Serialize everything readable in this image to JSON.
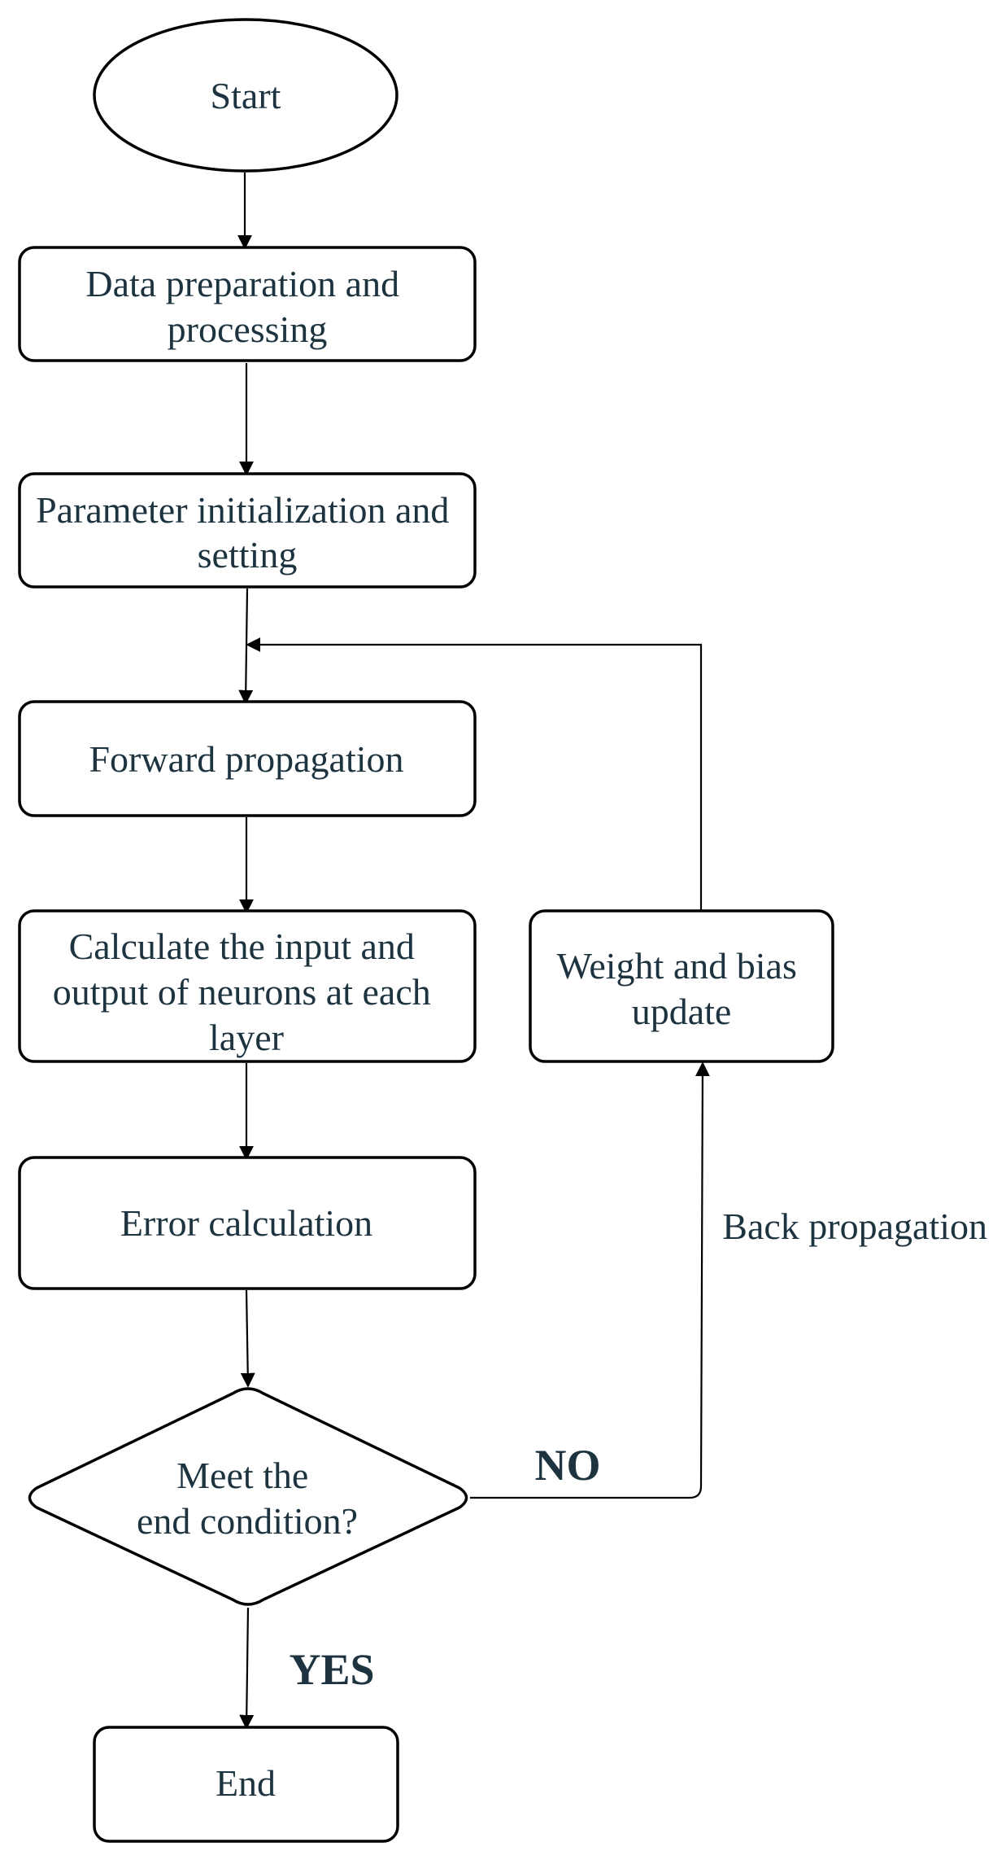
{
  "nodes": {
    "start": {
      "label": "Start"
    },
    "data_prep": {
      "lines": [
        "Data preparation and",
        "processing"
      ]
    },
    "param_init": {
      "lines": [
        "Parameter initialization and",
        "setting"
      ]
    },
    "forward": {
      "label": "Forward propagation"
    },
    "calc_io": {
      "lines": [
        "Calculate the input and",
        "output of neurons at each",
        "layer"
      ]
    },
    "error_calc": {
      "label": "Error calculation"
    },
    "decision": {
      "lines": [
        "Meet the",
        "end condition?"
      ]
    },
    "weight_update": {
      "lines": [
        "Weight and bias",
        "update"
      ]
    },
    "end": {
      "label": "End"
    }
  },
  "edge_labels": {
    "no": "NO",
    "yes": "YES",
    "back_propagation": "Back propagation"
  },
  "colors": {
    "text": "#1d3440",
    "stroke": "#000000",
    "background": "#ffffff"
  }
}
